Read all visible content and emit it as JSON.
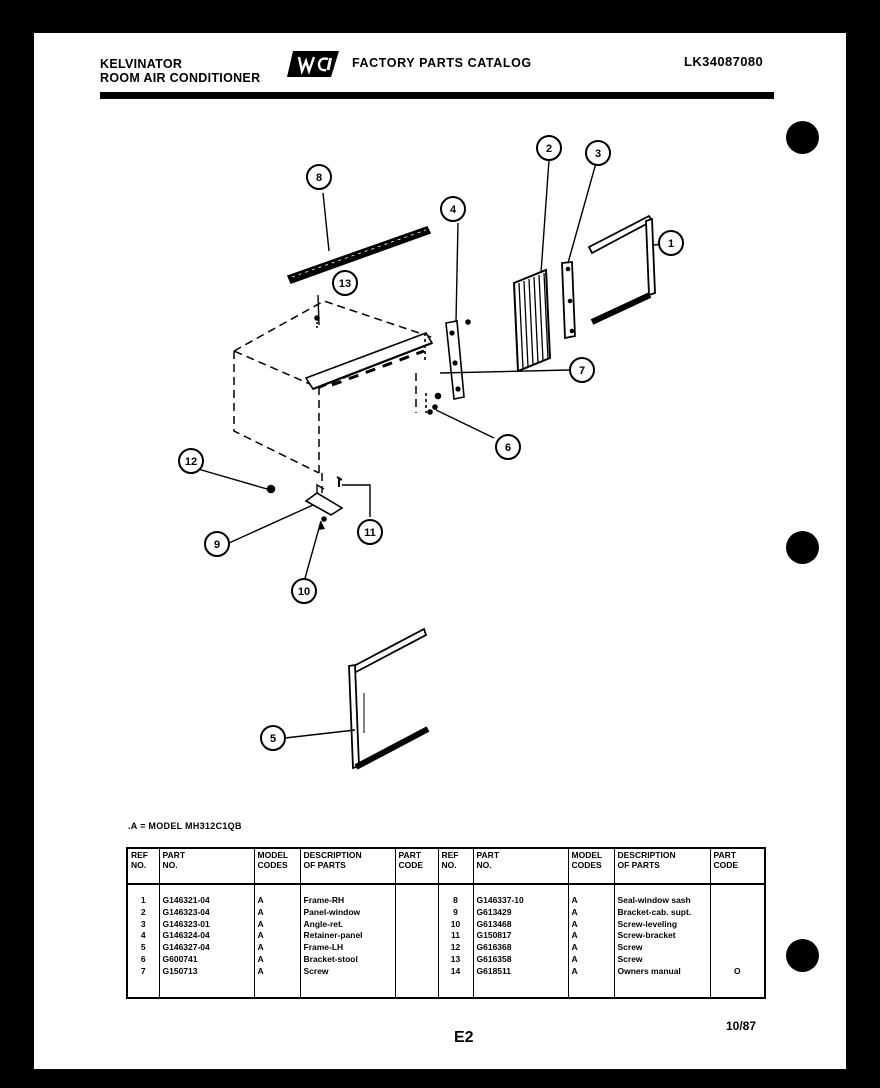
{
  "header": {
    "brand": "KELVINATOR",
    "product": "ROOM AIR CONDITIONER",
    "catalog_title": "FACTORY PARTS CATALOG",
    "catalog_code": "LK34087080"
  },
  "callouts": [
    "1",
    "2",
    "3",
    "4",
    "5",
    "6",
    "7",
    "8",
    "9",
    "10",
    "11",
    "12",
    "13"
  ],
  "model_note": ".A = MODEL MH312C1QB",
  "table": {
    "headers": {
      "ref_no": [
        "REF",
        "NO."
      ],
      "part_no": [
        "PART",
        "NO."
      ],
      "model_codes": [
        "MODEL",
        "CODES"
      ],
      "description": [
        "DESCRIPTION",
        "OF PARTS"
      ],
      "part_code": [
        "PART",
        "CODE"
      ]
    },
    "left": [
      {
        "ref": "1",
        "part": "G146321-04",
        "model": "A",
        "desc": "Frame-RH",
        "code": ""
      },
      {
        "ref": "2",
        "part": "G146323-04",
        "model": "A",
        "desc": "Panel-window",
        "code": ""
      },
      {
        "ref": "3",
        "part": "G146323-01",
        "model": "A",
        "desc": "Angle-ret.",
        "code": ""
      },
      {
        "ref": "4",
        "part": "G146324-04",
        "model": "A",
        "desc": "Retainer-panel",
        "code": ""
      },
      {
        "ref": "5",
        "part": "G146327-04",
        "model": "A",
        "desc": "Frame-LH",
        "code": ""
      },
      {
        "ref": "6",
        "part": "G600741",
        "model": "A",
        "desc": "Bracket-stool",
        "code": ""
      },
      {
        "ref": "7",
        "part": "G150713",
        "model": "A",
        "desc": "Screw",
        "code": ""
      }
    ],
    "right": [
      {
        "ref": "8",
        "part": "G146337-10",
        "model": "A",
        "desc": "Seal-window sash",
        "code": ""
      },
      {
        "ref": "9",
        "part": "G613429",
        "model": "A",
        "desc": "Bracket-cab. supt.",
        "code": ""
      },
      {
        "ref": "10",
        "part": "G613468",
        "model": "A",
        "desc": "Screw-leveling",
        "code": ""
      },
      {
        "ref": "11",
        "part": "G150817",
        "model": "A",
        "desc": "Screw-bracket",
        "code": ""
      },
      {
        "ref": "12",
        "part": "G616368",
        "model": "A",
        "desc": "Screw",
        "code": ""
      },
      {
        "ref": "13",
        "part": "G616358",
        "model": "A",
        "desc": "Screw",
        "code": ""
      },
      {
        "ref": "14",
        "part": "G618511",
        "model": "A",
        "desc": "Owners manual",
        "code": "O"
      }
    ]
  },
  "footer": {
    "page": "E2",
    "date": "10/87"
  }
}
